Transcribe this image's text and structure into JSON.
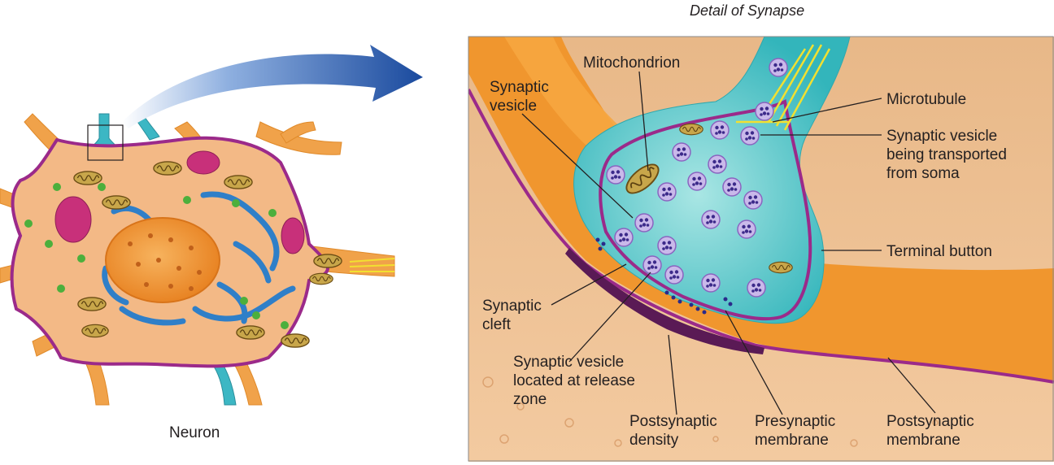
{
  "figure": {
    "detail_title": "Detail of Synapse",
    "neuron_caption": "Neuron"
  },
  "labels": {
    "mitochondrion": "Mitochondrion",
    "synaptic_vesicle": "Synaptic\nvesicle",
    "microtubule": "Microtubule",
    "vesicle_transported": "Synaptic vesicle\nbeing transported\nfrom soma",
    "terminal_button": "Terminal button",
    "synaptic_cleft": "Synaptic\ncleft",
    "vesicle_release_zone": "Synaptic vesicle\nlocated at release\nzone",
    "postsynaptic_density": "Postsynaptic\ndensity",
    "presynaptic_membrane": "Presynaptic\nmembrane",
    "postsynaptic_membrane": "Postsynaptic\nmembrane"
  },
  "colors": {
    "cytoplasm": "#f3b986",
    "cell_membrane": "#9b2a8a",
    "dendrite_orange": "#f0962e",
    "nucleus": "#f08a2a",
    "endoplasmic_reticulum": "#2f7fc8",
    "golgi": "#c8307a",
    "terminal_cyan": "#3fc0c4",
    "vesicle": "#b9a6e0",
    "postsynaptic_density": "#5a1a55",
    "arrow_blue": "#1e4fa0"
  }
}
